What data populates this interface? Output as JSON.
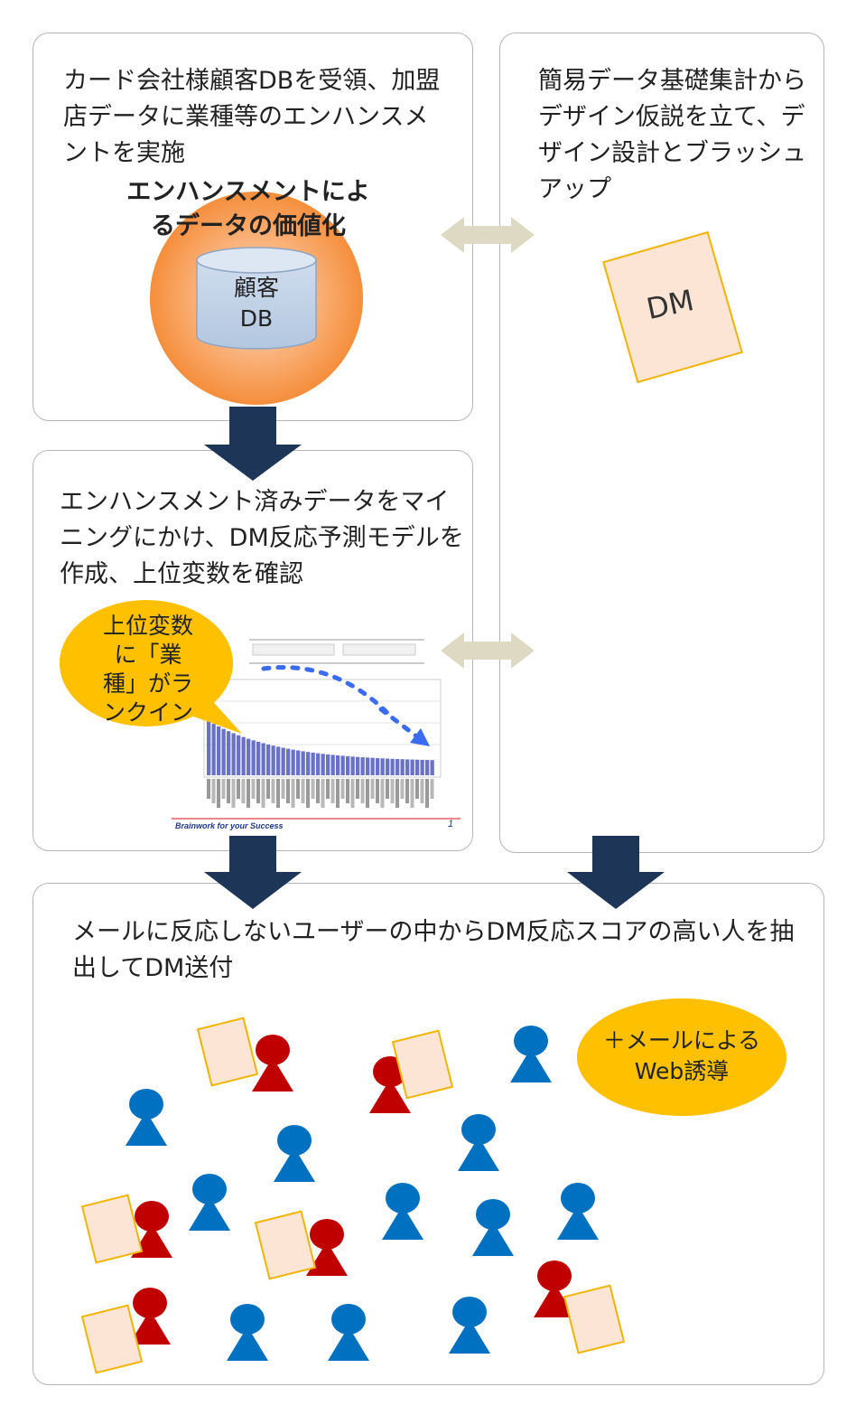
{
  "panels": {
    "top_left": {
      "text": "カード会社様顧客DBを受領、加盟店データに業種等のエンハンスメントを実施",
      "highlight": "エンハンスメントによるデータの価値化",
      "db_label_line1": "顧客",
      "db_label_line2": "DB"
    },
    "right": {
      "text": "簡易データ基礎集計からデザイン仮説を立て、デザイン設計とブラッシュアップ",
      "dm_label": "DM"
    },
    "middle_left": {
      "text": "エンハンスメント済みデータをマイニングにかけ、DM反応予測モデルを作成、上位変数を確認",
      "bubble": "上位変数に「業種」がランクイン",
      "chart_footer_left": "Brainwork for your Success",
      "chart_footer_page": "1"
    },
    "bottom": {
      "text": "メールに反応しないユーザーの中からDM反応スコアの高い人を抽出してDM送付",
      "bubble": "＋メールによるWeb誘導"
    }
  },
  "colors": {
    "arrow_down": "#1d3557",
    "arrow_double": "#ddd9c3",
    "orb_orange": "#f79646",
    "db_blue": "#b9cde5",
    "dm_fill": "#fce5d4",
    "dm_border": "#f1b400",
    "bubble_yellow": "#ffc000",
    "person_blue": "#0070c0",
    "person_red": "#c00000",
    "chart_arrow": "#3b6bf0"
  }
}
